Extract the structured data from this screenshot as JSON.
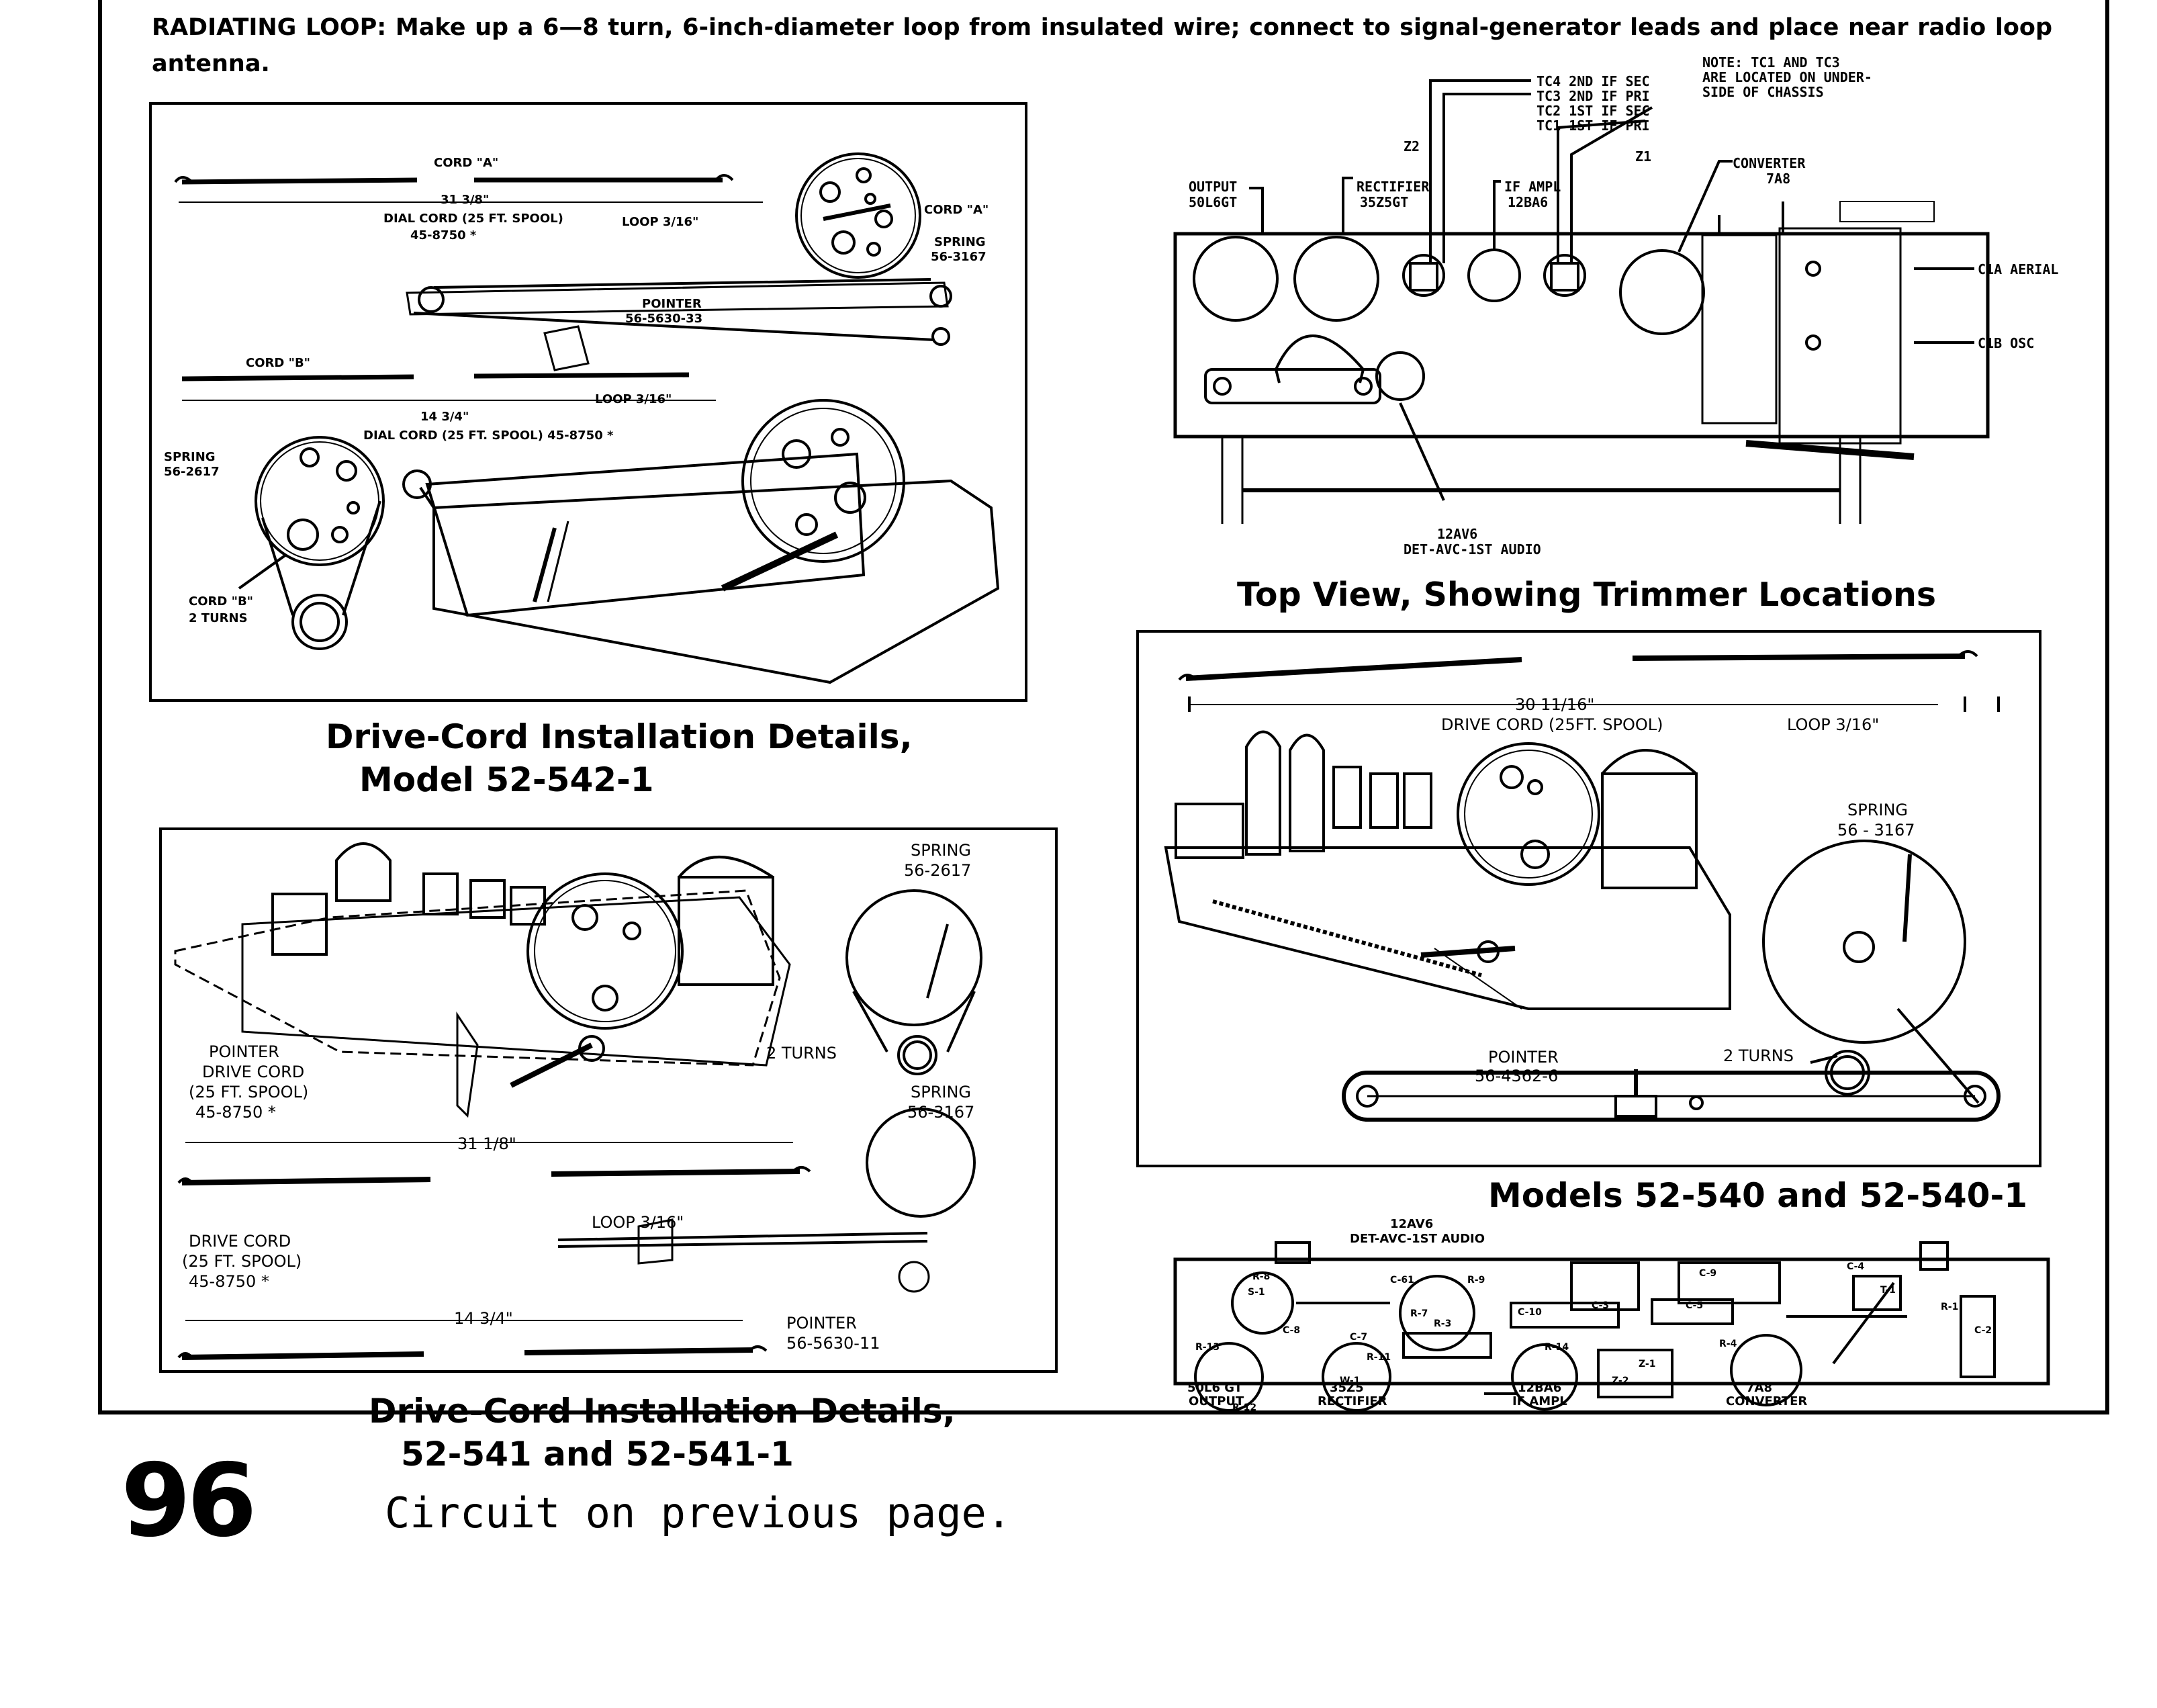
{
  "intro": "RADIATING LOOP: Make up a 6—8 turn, 6-inch-diameter loop from insulated wire; connect to signal-generator leads and place near radio loop antenna.",
  "page_number": "96",
  "footer_note": "Circuit on previous page.",
  "captions": {
    "fig1_line1": "Drive-Cord Installation Details,",
    "fig1_line2": "Model 52-542-1",
    "fig2_line1": "Drive-Cord Installation Details,",
    "fig2_line2": "52-541 and 52-541-1",
    "fig3": "Top View, Showing Trimmer Locations",
    "fig4": "Models 52-540 and 52-540-1"
  },
  "fig1": {
    "cord_a": "CORD \"A\"",
    "cord_a_len": "31 3/8\"",
    "dial_cord_a": "DIAL CORD (25 FT. SPOOL)",
    "part_a": "45-8750 *",
    "loop_a": "LOOP 3/16\"",
    "cord_a_right": "CORD \"A\"",
    "spring_a": "SPRING",
    "spring_a_part": "56-3167",
    "pointer": "POINTER",
    "pointer_part": "56-5630-33",
    "cord_b": "CORD \"B\"",
    "loop_b": "LOOP 3/16\"",
    "cord_b_len": "14 3/4\"",
    "dial_cord_b": "DIAL CORD (25 FT. SPOOL) 45-8750 *",
    "spring_b": "SPRING",
    "spring_b_part": "56-2617",
    "cord_b_turns": "CORD \"B\"",
    "turns": "2 TURNS"
  },
  "fig2": {
    "spring1": "SPRING",
    "spring1_part": "56-2617",
    "turns": "2 TURNS",
    "pointer_drive": "POINTER",
    "drive_cord": "DRIVE CORD",
    "spool": "(25 FT. SPOOL)",
    "part": "45-8750 *",
    "spring2": "SPRING",
    "spring2_part": "56-3167",
    "len1": "31 1/8\"",
    "loop": "LOOP 3/16\"",
    "drive_cord2": "DRIVE CORD",
    "spool2": "(25 FT. SPOOL)",
    "part2": "45-8750 *",
    "len2": "14 3/4\"",
    "pointer2": "POINTER",
    "pointer2_part": "56-5630-11"
  },
  "fig3": {
    "tc4": "TC4  2ND IF SEC",
    "tc3": "TC3  2ND IF PRI",
    "tc2": "TC2  1ST IF SEC",
    "tc1": "TC1  1ST IF PRI",
    "note1": "NOTE: TC1 AND TC3",
    "note2": "ARE LOCATED ON UNDER-",
    "note3": "SIDE OF CHASSIS",
    "z2": "Z2",
    "z1": "Z1",
    "output": "OUTPUT",
    "output_tube": "50L6GT",
    "rectifier": "RECTIFIER",
    "rectifier_tube": "35Z5GT",
    "if_ampl": "IF AMPL",
    "if_tube": "12BA6",
    "converter": "CONVERTER",
    "converter_tube": "7A8",
    "c1a": "C1A AERIAL",
    "c1b": "C1B OSC",
    "det_tube": "12AV6",
    "det": "DET-AVC-1ST AUDIO"
  },
  "fig4": {
    "len": "30 11/16\"",
    "drive_cord": "DRIVE CORD (25FT. SPOOL)",
    "loop": "LOOP 3/16\"",
    "spring": "SPRING",
    "spring_part": "56 - 3167",
    "pointer": "POINTER",
    "pointer_part": "56-4362-6",
    "turns": "2 TURNS"
  },
  "fig5": {
    "det_tube": "12AV6",
    "det": "DET-AVC-1ST AUDIO",
    "out_tube": "50L6 GT",
    "out": "OUTPUT",
    "rect_tube": "35Z5",
    "rect": "RECTIFIER",
    "if_tube": "12BA6",
    "if": "IF AMPL",
    "conv_tube": "7A8",
    "conv": "CONVERTER",
    "parts": [
      "R-8",
      "S-1",
      "C-61",
      "R-9",
      "C-8",
      "R-7",
      "R-3",
      "C-7",
      "C-10",
      "C-3",
      "C-5",
      "C-4",
      "T-1",
      "C-9",
      "C-2",
      "R-13",
      "R-11",
      "R-12",
      "R-14",
      "W-1",
      "Z-1",
      "Z-2",
      "R-4",
      "R-1"
    ]
  }
}
